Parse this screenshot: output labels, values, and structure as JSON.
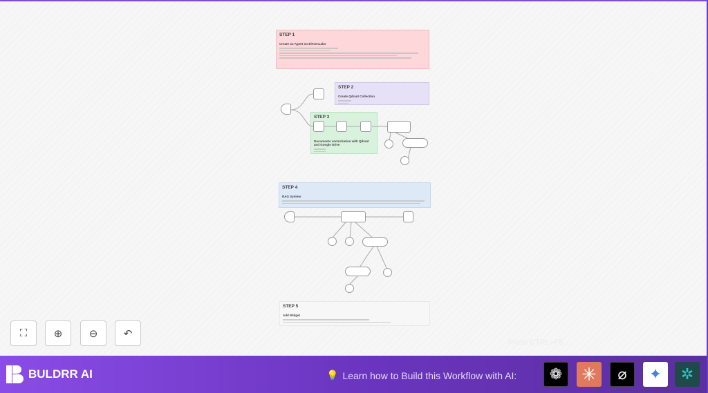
{
  "steps": [
    {
      "title": "STEP 1",
      "subtitle": "Create an Agent on ElevenLabs",
      "color": "#fdd7da"
    },
    {
      "title": "STEP 2",
      "subtitle": "Create Qdrant Collection",
      "color": "#e6e1f7"
    },
    {
      "title": "STEP 3",
      "subtitle": "Documents vectorization with Qdrant and Google Drive",
      "color": "#d9f2de"
    },
    {
      "title": "STEP 4",
      "subtitle": "RAG System",
      "color": "#dde9f7"
    },
    {
      "title": "STEP 5",
      "subtitle": "Add Widget",
      "color": "#f7f7f7"
    }
  ],
  "controls": {
    "fit": "fit-view",
    "zoom_in": "zoom-in",
    "zoom_out": "zoom-out",
    "undo": "undo"
  },
  "hint": "Press CTRL+F5 ...",
  "bottom_bar": {
    "brand": "BULDRR AI",
    "learn_text": "Learn how to Build this Workflow with AI:",
    "ai_buttons": [
      {
        "name": "chatgpt",
        "color": "#000000"
      },
      {
        "name": "claude",
        "color": "#e07a5f"
      },
      {
        "name": "grok",
        "color": "#000000"
      },
      {
        "name": "gemini",
        "color": "#ffffff"
      },
      {
        "name": "perplexity",
        "color": "#1f4a4a"
      }
    ]
  }
}
